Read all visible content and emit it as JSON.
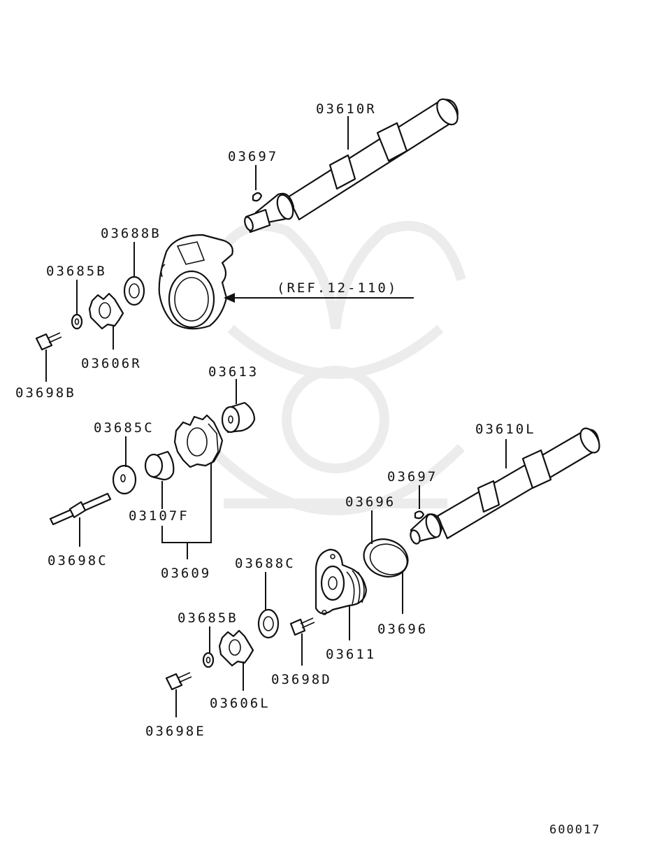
{
  "diagram": {
    "reference": "(REF.12-110)",
    "sheet_number": "600017",
    "parts": {
      "p03610R": "03610R",
      "p03697a": "03697",
      "p03688B": "03688B",
      "p03685B_top": "03685B",
      "p03606R": "03606R",
      "p03698B": "03698B",
      "p03613": "03613",
      "p03685C": "03685C",
      "p03107F": "03107F",
      "p03609": "03609",
      "p03698C": "03698C",
      "p03610L": "03610L",
      "p03697b": "03697",
      "p03696a": "03696",
      "p03696b": "03696",
      "p03611": "03611",
      "p03688C": "03688C",
      "p03685B_bottom": "03685B",
      "p03698D": "03698D",
      "p03606L": "03606L",
      "p03698E": "03698E"
    }
  }
}
